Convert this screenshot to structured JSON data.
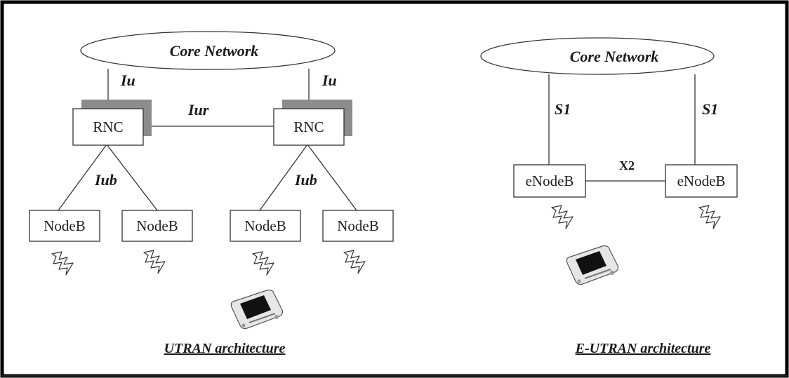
{
  "utran": {
    "core_network": "Core Network",
    "iu_left": "Iu",
    "iu_right": "Iu",
    "iur": "Iur",
    "rnc_left": "RNC",
    "rnc_right": "RNC",
    "iub_left": "Iub",
    "iub_right": "Iub",
    "nodeb_1": "NodeB",
    "nodeb_2": "NodeB",
    "nodeb_3": "NodeB",
    "nodeb_4": "NodeB",
    "caption": "UTRAN architecture"
  },
  "eutran": {
    "core_network": "Core Network",
    "s1_left": "S1",
    "s1_right": "S1",
    "x2": "X2",
    "enodeb_left": "eNodeB",
    "enodeb_right": "eNodeB",
    "caption": "E-UTRAN architecture"
  },
  "icons": {
    "radio_signal": "lightning-icon",
    "handset": "mobile-phone-icon"
  },
  "colors": {
    "shadow": "#8c8c8c",
    "frame": "#000000",
    "line": "#333333"
  }
}
